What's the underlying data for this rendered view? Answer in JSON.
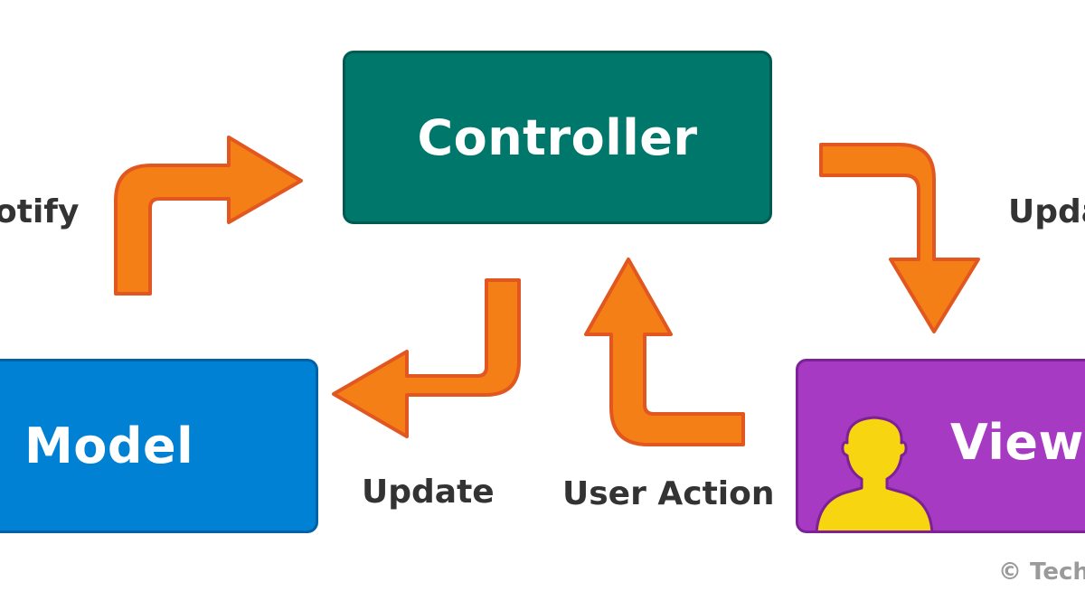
{
  "nodes": {
    "controller": "Controller",
    "model": "Model",
    "view": "View"
  },
  "edge_labels": {
    "notify": "otify",
    "update_right": "Upda",
    "update_bottom": "Update",
    "user_action": "User Action"
  },
  "copyright": "© Tech",
  "colors": {
    "controller": "#00776b",
    "model": "#0081d3",
    "view": "#a63ac3",
    "arrow_fill": "#f57f17",
    "arrow_stroke": "#e2571f",
    "person": "#f7d511"
  },
  "icons": {
    "person": "person-silhouette-icon"
  }
}
